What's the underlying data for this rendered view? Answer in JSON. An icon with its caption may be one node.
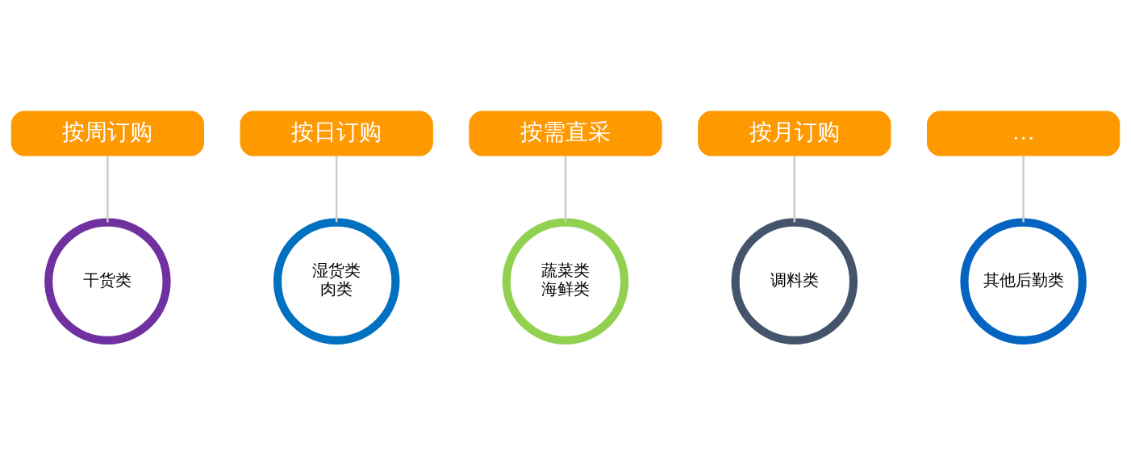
{
  "diagram": {
    "nodes": [
      {
        "text": [
          "按周订购"
        ]
      },
      {
        "text": [
          "干货类"
        ]
      },
      {
        "text": [
          "按日订购"
        ]
      },
      {
        "text": [
          "湿货类",
          "肉类"
        ]
      },
      {
        "text": [
          "按需直采"
        ]
      },
      {
        "text": [
          "蔬菜类",
          "海鲜类"
        ]
      },
      {
        "text": [
          "按月订购"
        ]
      },
      {
        "text": [
          "调料类"
        ]
      },
      {
        "text": [
          "…"
        ]
      },
      {
        "text": [
          "其他后勤类"
        ]
      }
    ],
    "edges": [
      {
        "from": 0,
        "to": 1,
        "arrow": "none"
      },
      {
        "from": 2,
        "to": 3,
        "arrow": "none"
      },
      {
        "from": 4,
        "to": 5,
        "arrow": "none"
      },
      {
        "from": 6,
        "to": 7,
        "arrow": "none"
      },
      {
        "from": 8,
        "to": 9,
        "arrow": "none"
      }
    ]
  }
}
